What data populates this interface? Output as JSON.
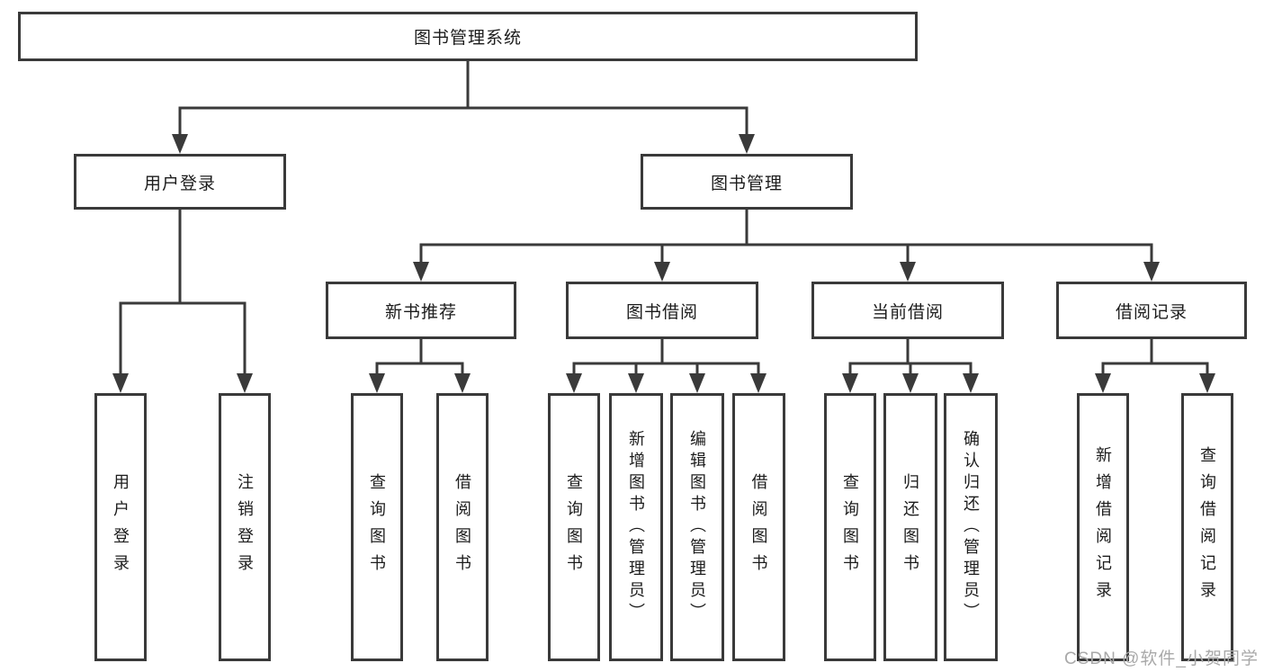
{
  "tree": {
    "root": {
      "label": "图书管理系统"
    },
    "level2": [
      {
        "label": "用户登录",
        "children": [
          {
            "label": "用户登录"
          },
          {
            "label": "注销登录"
          }
        ]
      },
      {
        "label": "图书管理"
      }
    ],
    "level3": [
      {
        "label": "新书推荐",
        "children": [
          {
            "label": "查询图书"
          },
          {
            "label": "借阅图书"
          }
        ]
      },
      {
        "label": "图书借阅",
        "children": [
          {
            "label": "查询图书"
          },
          {
            "label": "新增图书（管理员）"
          },
          {
            "label": "编辑图书（管理员）"
          },
          {
            "label": "借阅图书"
          }
        ]
      },
      {
        "label": "当前借阅",
        "children": [
          {
            "label": "查询图书"
          },
          {
            "label": "归还图书"
          },
          {
            "label": "确认归还（管理员）"
          }
        ]
      },
      {
        "label": "借阅记录",
        "children": [
          {
            "label": "新增借阅记录"
          },
          {
            "label": "查询借阅记录"
          }
        ]
      }
    ]
  },
  "watermark": {
    "text": "CSDN @软件_小贺同学"
  },
  "colors": {
    "line": "#3a3a3a",
    "text": "#1c1c1c",
    "background": "#ffffff",
    "watermark": "#a9a9a9"
  }
}
